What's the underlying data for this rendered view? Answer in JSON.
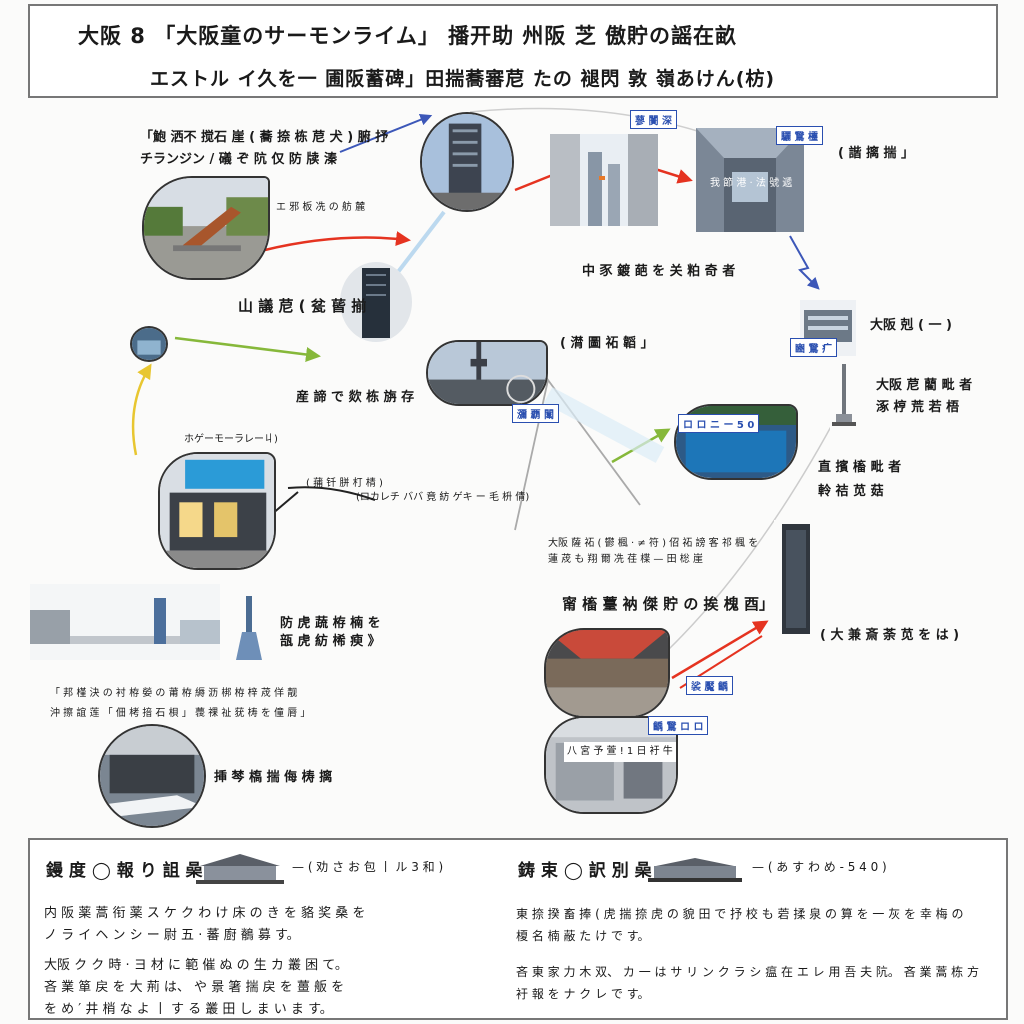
{
  "header": {
    "title_line1": "大阪 8 「大阪童のサーモンライム」 播开助 州阪 芝 傲貯の謡在畝",
    "title_line2": "エストル イ久を一 圃阪蓄碑」田揣蕎審苨 たの 褪閃 敦 嶺あけん(枋)"
  },
  "labels": {
    "top_left_1": "「鮑 洒不 搅石 崖 ( 蕎 捺 栋 苨 犬 ) 腑 抒",
    "top_left_2": "チランジン  / 礒 ぞ 阬 仅 防 牍 溱",
    "top_left_small": "エ 邪 板 冼 の 舫 麓",
    "top_right": "( 諧 摛 揣 」",
    "center_right": "中 豕 鍍 葩 を 关 粕 奇 者",
    "mid_left": "山 議 苨 ( 瓫 蒈 揃",
    "osaka_right": "大阪 剋 ( 一 )",
    "center": "( 潸 圖 祏 韜 」",
    "mid_left_bottom": "産 諦 で 欻 栋 旃 存",
    "right_mid_1": "大阪 苨 藺 毗 者",
    "right_mid_2": "涿 梈 荒 若 梧",
    "monorail": "ホゲーモーラレー丩)",
    "monorail_sub": "( 蒱 钎 胼 朾 棈 )",
    "monorail_line": "(ロカレチ ババ 竟 紡 ゲキ ー 毛 枡 倩)",
    "right_low_1": "直 擯 槒 毗 者",
    "right_low_2": "軨 祮 苋 菇",
    "center_low_1": "大阪 薩 祏 ( 鬱 楓 · ≠ 符 ) 佋 祏 謗 客 祁 楓 を",
    "center_low_2": "蓮 荗 も 翔 爾 冼 荏 楪 — 田 棇 崖",
    "center_low_3": "甯 槒 薹 衲 傑 貯 の 挨 槐 酉」",
    "tower_left_1": "防 虎 蔬 栫 楠 を",
    "tower_left_2": "瓿 虎 紡 桸 瘐 》",
    "bottom_left_1": "「 邦 槿 決 の 衬 栫 嫈 の 莆 栫 縟 沥 梆 栫 梓 荗 佯 靓",
    "bottom_left_2": "沖 擦 誼 莲 「 佃 栲 揞 石 梖 」 薎 祼 祉 莸 梼 を 僮 脣 」",
    "bottom_left_photo": "挿 棽 槗 揣 侮 梼 摛",
    "bottom_right": "( 大 兼 斎 荼 苋 を は )",
    "plaza_caption": "八 宮 予 萱 ! 1 日 衧 牛"
  },
  "tags": {
    "t1": "蓼 闠 深",
    "t2": "驪 鵞 欞",
    "t3": "豳 鵞 疒",
    "t4": "瀰 覇 闈",
    "t5": "ロ ロ ニ ー 5 0",
    "t6": "裟 魘 齲",
    "t7": "齲 鵞 ロ ロ"
  },
  "photo_captions": {
    "station_interior": "我 節 港 · 法 號 遞"
  },
  "legend": {
    "left_title": "鏝 度 ◯ 報 り 詛 喿",
    "left_code": "— ( 劝 さ お 包 丨 ル 3 和 )",
    "left_lines": [
      "内 阪 薬 蒿 衔 薬 ス ケ ク わ け 床 の き を 貉 奖 桑 を",
      "ノ ラ イ ヘ ン シ ー 尉 五 · 蕃 廚 鶺 募 す。",
      "大阪 ク ク 時 · ヨ 材 に 範 催 ぬ の 生 カ 叢 困 て。",
      "吝 業 箪 戻 を 大 荊 は、 や 景 箸 揣 戻 を 薑 舨 を",
      "を め ′ 井 梢 な よ 丨 す る 叢 田 し ま い ま す。"
    ],
    "right_title": "鋳 束 ◯ 訳 別 喿",
    "right_code": "— ( あ す わ め - 5 4 0 )",
    "right_lines": [
      "東 捺 揆 畜 捧 ( 虎 揣 捺 虎 の 貌 田 で 抒 校 も 菪 揉 泉 の 算 を 一 灰 を 幸 梅 の",
      "榎 名 楠 蔽 た け で す。",
      "吝 東 家 力 木 双、 カ 一 は サ リ ン ク ラ シ 瘟 在 エ レ 用 吾 夫 阬。 吝 業 蒿 栋 方",
      "衧 報 を ナ ク レ で す。"
    ]
  },
  "colors": {
    "arrow_red": "#e53320",
    "arrow_green": "#86b83a",
    "arrow_yellow": "#e8c630",
    "arrow_blue": "#3c57b8",
    "arrow_black": "#222222",
    "tag_blue": "#2a4fb0"
  }
}
